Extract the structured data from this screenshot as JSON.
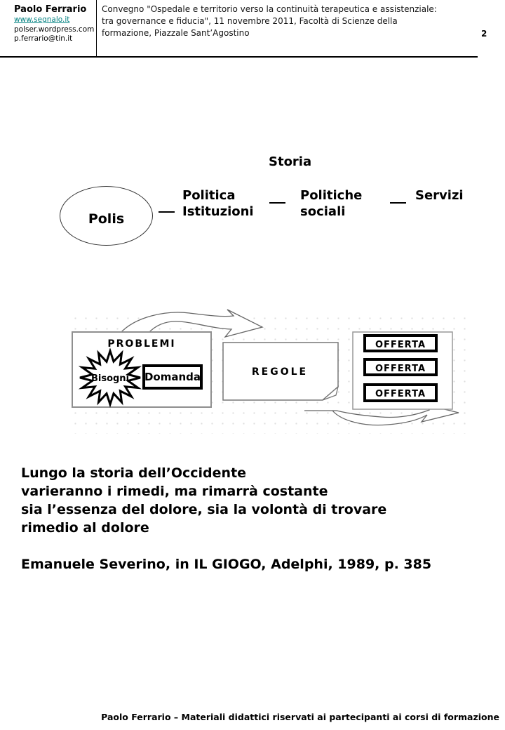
{
  "header": {
    "author": {
      "name": "Paolo Ferrario",
      "links": [
        "www.segnalo.it",
        "polser.wordpress.com",
        "p.ferrario@tin.it"
      ]
    },
    "conference_lines": [
      "Convegno \"Ospedale e territorio verso la continuità terapeutica e assistenziale:",
      "tra governance e fiducia\", 11 novembre 2011, Facoltà di Scienze della",
      "formazione, Piazzale Sant’Agostino"
    ],
    "page_number": "2",
    "link_color": "#008080"
  },
  "flow_diagram": {
    "title": "Storia",
    "ellipse_label": "Polis",
    "columns": [
      {
        "line1": "Politica",
        "line2": "Istituzioni"
      },
      {
        "line1": "Politiche",
        "line2": "sociali"
      },
      {
        "line1": "Servizi",
        "line2": ""
      }
    ]
  },
  "process_diagram": {
    "problemi_label": "PROBLEMI",
    "bisogni_label": "Bisogni",
    "domanda_label": "Domanda",
    "regole_label": "REGOLE",
    "offerta_label": "OFFERTA",
    "offerta_count": 3
  },
  "quote": {
    "lines": [
      "Lungo la storia dell’Occidente",
      "varieranno i rimedi, ma rimarrà costante",
      "sia l’essenza del dolore, sia la volontà di trovare",
      "rimedio al dolore"
    ],
    "citation": "Emanuele Severino, in IL GIOGO, Adelphi, 1989, p. 385"
  },
  "footer": {
    "text": "Paolo Ferrario – Materiali didattici riservati ai partecipanti ai corsi di formazione"
  }
}
